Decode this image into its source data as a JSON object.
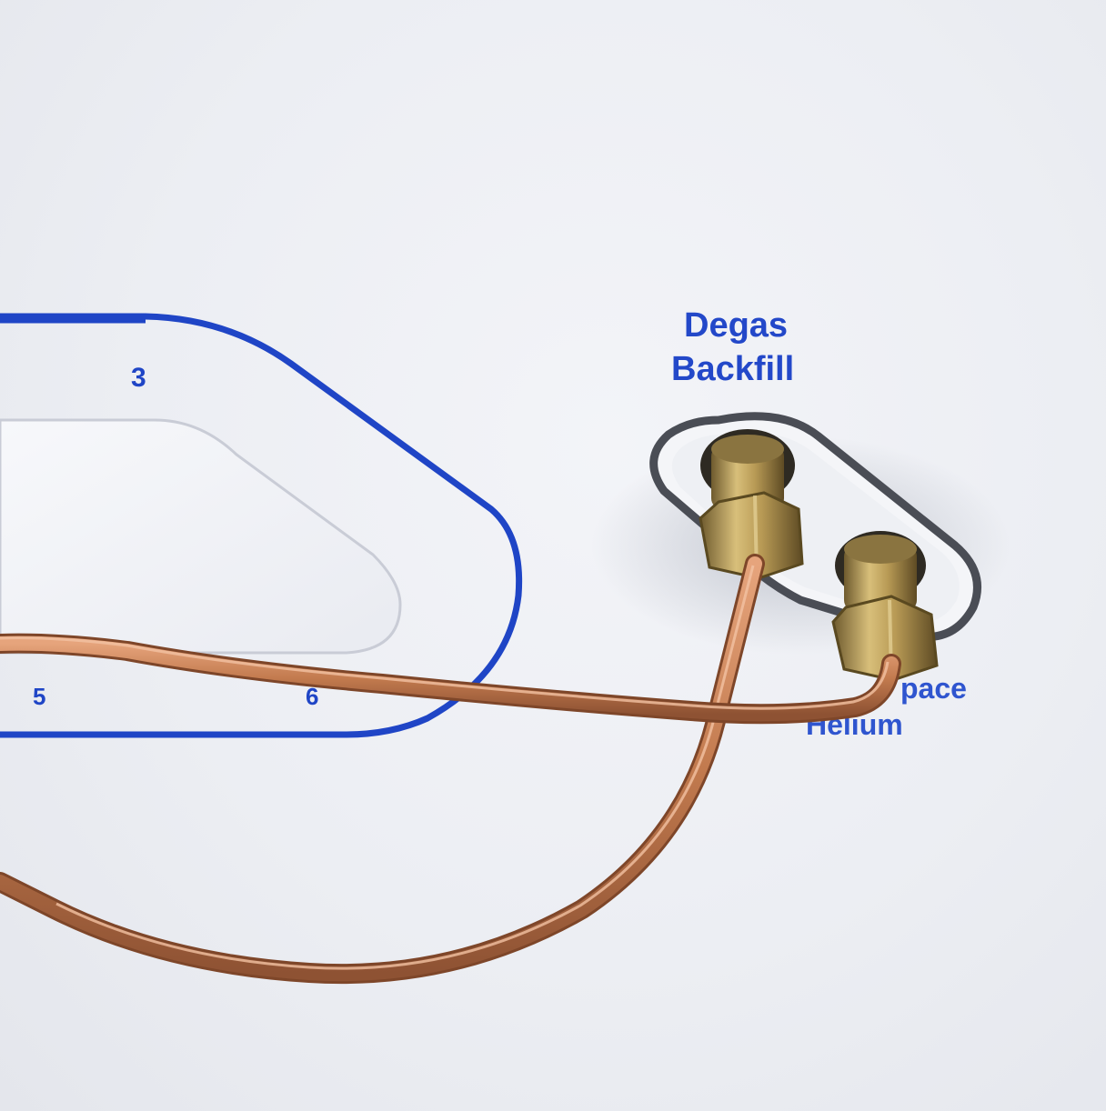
{
  "panel": {
    "port_label_top_line1": "Degas",
    "port_label_top_line2": "Backfill",
    "port_label_bottom_line1": "pace",
    "port_label_bottom_line2": "Helium",
    "number_3": "3",
    "number_5": "5",
    "number_6": "6"
  },
  "colors": {
    "panel": "#eceef3",
    "print_blue": "#1f45c6",
    "copper": "#c27a4e",
    "brass": "#b89a55"
  }
}
